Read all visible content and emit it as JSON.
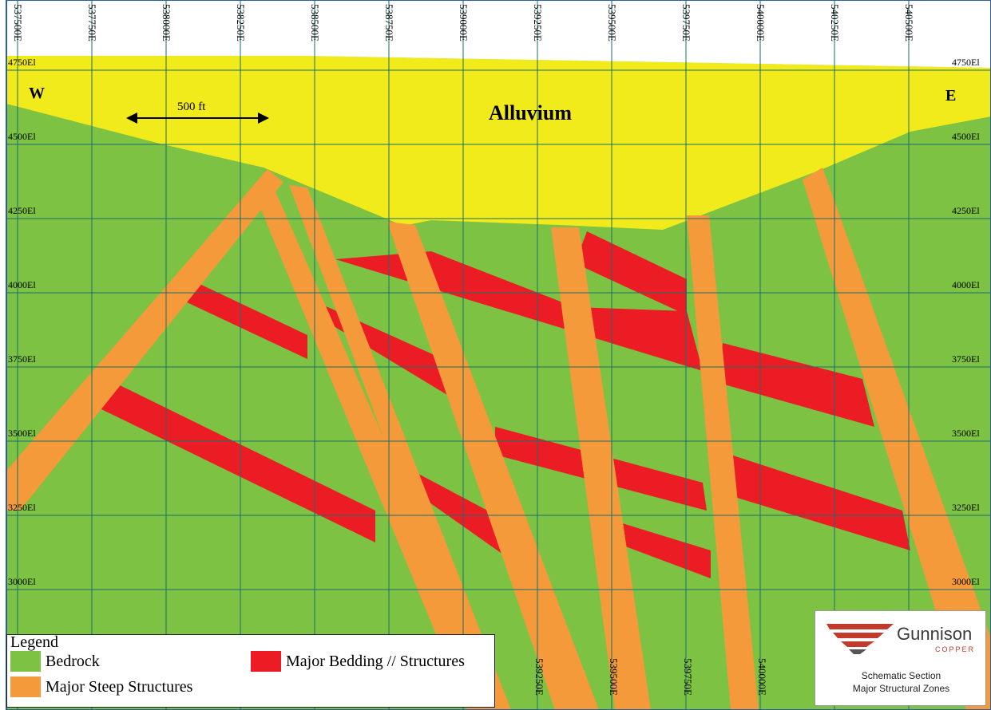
{
  "eastings": [
    "537500E",
    "537750E",
    "538000E",
    "538250E",
    "538500E",
    "538750E",
    "539000E",
    "539250E",
    "539500E",
    "539750E",
    "540000E",
    "540250E",
    "540500E"
  ],
  "bottom_eastings": [
    "539250E",
    "539500E",
    "539750E",
    "540000E"
  ],
  "elevations": [
    "4750El",
    "4500El",
    "4250El",
    "4000El",
    "3750El",
    "3500El",
    "3250El",
    "3000El"
  ],
  "labels": {
    "west": "W",
    "east": "E",
    "alluvium": "Alluvium",
    "scale": "500 ft"
  },
  "legend": {
    "title": "Legend",
    "bedrock": "Bedrock",
    "steep": "Major Steep Structures",
    "bedding": "Major Bedding // Structures"
  },
  "logo": {
    "brand": "Gunnison",
    "sub": "COPPER",
    "caption1": "Schematic Section",
    "caption2": "Major Structural Zones"
  },
  "colors": {
    "alluvium": "#f2eb1c",
    "bedrock": "#7dc242",
    "steep": "#f59a3a",
    "bedding": "#ec1c24",
    "grid": "#1a6e6a"
  }
}
